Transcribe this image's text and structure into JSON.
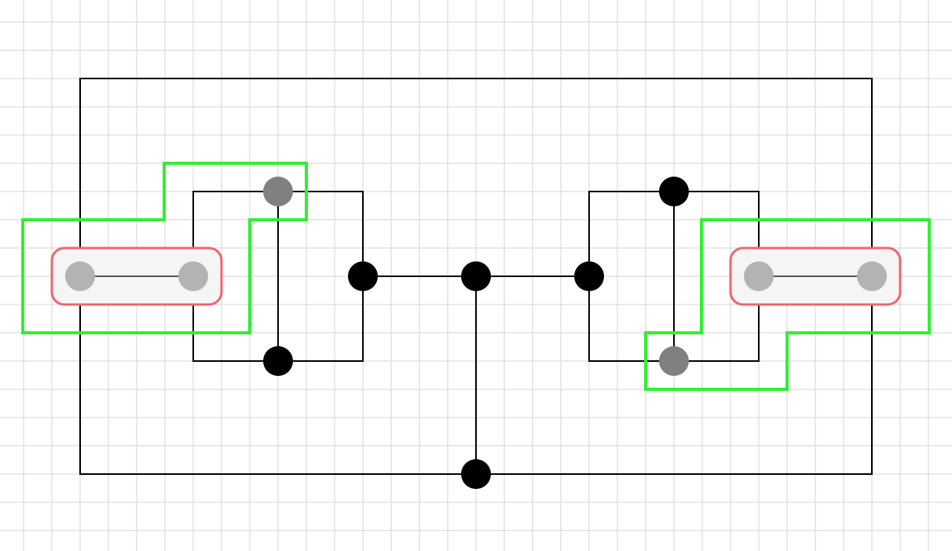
{
  "colors": {
    "background": "#ffffff",
    "grid": "#d6d6d6",
    "wire": "#000000",
    "node_black": "#000000",
    "node_dark_gray": "#808080",
    "node_light_gray": "#b3b3b3",
    "group_outline_red": "#f0646e",
    "group_fill": "#f4f5f4",
    "selection_outline_green": "#33ee33"
  },
  "diagram": {
    "nodes": [
      {
        "id": "left-pair-a",
        "style": "light"
      },
      {
        "id": "left-pair-b",
        "style": "light"
      },
      {
        "id": "left-top",
        "style": "dark"
      },
      {
        "id": "left-bottom",
        "style": "black"
      },
      {
        "id": "left-junction",
        "style": "black"
      },
      {
        "id": "center",
        "style": "black"
      },
      {
        "id": "right-junction",
        "style": "black"
      },
      {
        "id": "right-top",
        "style": "black"
      },
      {
        "id": "right-bottom",
        "style": "dark"
      },
      {
        "id": "right-pair-a",
        "style": "light"
      },
      {
        "id": "right-pair-b",
        "style": "light"
      },
      {
        "id": "bottom-center",
        "style": "black"
      }
    ],
    "groups": [
      {
        "id": "left-group",
        "members": [
          "left-pair-a",
          "left-pair-b"
        ]
      },
      {
        "id": "right-group",
        "members": [
          "right-pair-a",
          "right-pair-b"
        ]
      }
    ],
    "selections": [
      {
        "id": "left-selection",
        "members": [
          "left-group",
          "left-top"
        ]
      },
      {
        "id": "right-selection",
        "members": [
          "right-group",
          "right-bottom"
        ]
      }
    ]
  }
}
